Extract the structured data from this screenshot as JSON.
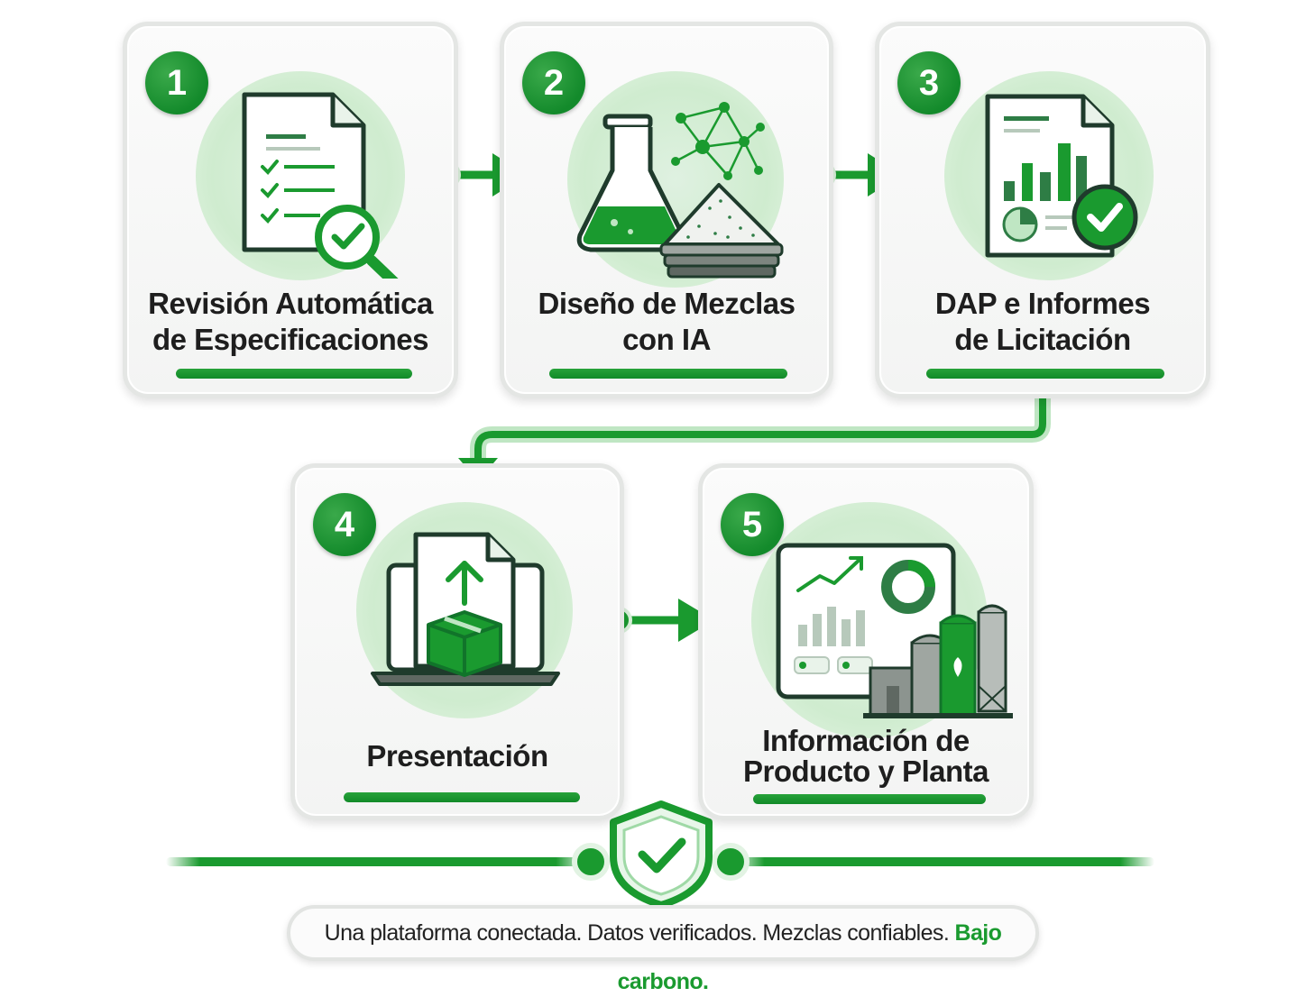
{
  "steps": [
    {
      "number": "1",
      "title_line1": "Revisión Automática",
      "title_line2": "de Especificaciones",
      "icon": "document-checklist-magnifier-icon"
    },
    {
      "number": "2",
      "title_line1": "Diseño de Mezclas",
      "title_line2": "con IA",
      "icon": "flask-molecule-aggregate-icon"
    },
    {
      "number": "3",
      "title_line1": "DAP e Informes",
      "title_line2": "de Licitación",
      "icon": "report-chart-check-icon"
    },
    {
      "number": "4",
      "title_line1": "Presentación",
      "title_line2": "",
      "icon": "laptop-upload-box-icon"
    },
    {
      "number": "5",
      "title_line1": "Información de",
      "title_line2": "Producto y Planta",
      "icon": "dashboard-plant-silos-icon"
    }
  ],
  "footer": {
    "text": "Una plataforma conectada. Datos verificados. Mezclas confiables.",
    "highlight": "Bajo carbono."
  },
  "colors": {
    "accent": "#1a9a2f",
    "accent_dark": "#11742a",
    "light_green": "#cfeccf",
    "text": "#1e1e1e"
  }
}
